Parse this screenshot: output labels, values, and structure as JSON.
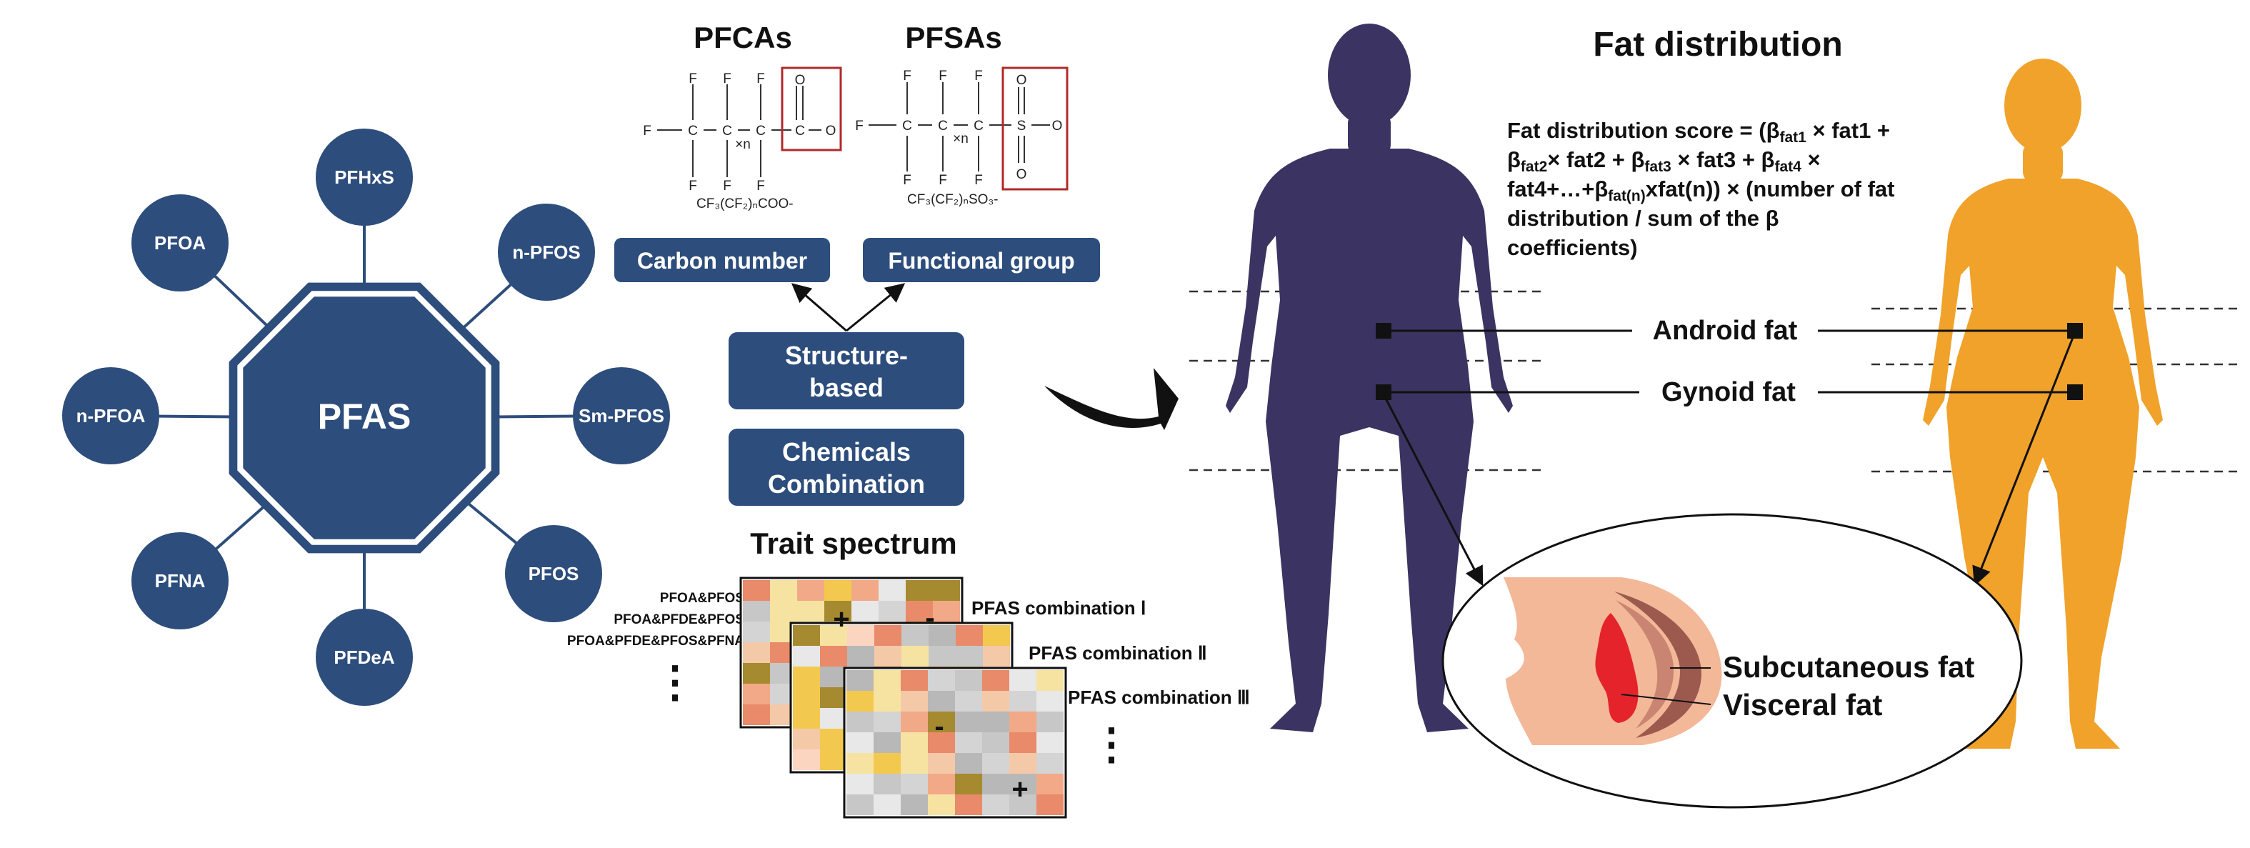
{
  "colors": {
    "navy": "#2d4d7c",
    "male": "#3b3462",
    "female": "#f0a22b",
    "skin": "#f3b898",
    "subcutaneous": "#9c5a4f",
    "visceral": "#e4232b",
    "text": "#111111"
  },
  "hub": {
    "label": "PFAS",
    "satellites": [
      "PFHxS",
      "n-PFOS",
      "Sm-PFOS",
      "PFOS",
      "PFDeA",
      "PFNA",
      "n-PFOA",
      "PFOA"
    ]
  },
  "structures": {
    "pfcas": {
      "title": "PFCAs",
      "formula": "CF₃(CF₂)ₙCOO-",
      "atoms": {
        "f": "F",
        "c": "C",
        "o": "O",
        "n": "×n"
      }
    },
    "pfsas": {
      "title": "PFSAs",
      "formula": "CF₃(CF₂)ₙSO₃-",
      "atoms": {
        "f": "F",
        "c": "C",
        "o": "O",
        "s": "S",
        "n": "×n"
      }
    }
  },
  "boxes": {
    "carbon_number": "Carbon number",
    "functional_group": "Functional group",
    "structure_based": [
      "Structure-",
      "based"
    ],
    "chemicals_combination": [
      "Chemicals",
      "Combination"
    ]
  },
  "trait": {
    "title": "Trait spectrum",
    "row_labels": [
      "PFOA&PFOS",
      "PFOA&PFDE&PFOS",
      "PFOA&PFDE&PFOS&PFNA"
    ],
    "combinations": [
      "PFAS combination Ⅰ",
      "PFAS combination Ⅱ",
      "PFAS combination Ⅲ"
    ],
    "plus": "+",
    "minus": "-",
    "ellipsis": "⋮"
  },
  "fat": {
    "title": "Fat distribution",
    "formula_lines": [
      [
        {
          "t": "Fat distribution score = (β"
        },
        {
          "t": "fat1",
          "sub": true
        },
        {
          "t": " × fat1 +"
        }
      ],
      [
        {
          "t": "β"
        },
        {
          "t": "fat2",
          "sub": true
        },
        {
          "t": "× fat2 + β"
        },
        {
          "t": "fat3",
          "sub": true
        },
        {
          "t": " × fat3 + β"
        },
        {
          "t": "fat4",
          "sub": true
        },
        {
          "t": " ×"
        }
      ],
      [
        {
          "t": "fat4+…+β"
        },
        {
          "t": "fat(n)",
          "sub": true
        },
        {
          "t": "xfat(n)) × (number of fat"
        }
      ],
      [
        {
          "t": "distribution / sum of the β"
        }
      ],
      [
        {
          "t": "coefficients)"
        }
      ]
    ],
    "android": "Android fat",
    "gynoid": "Gynoid fat",
    "subcutaneous": "Subcutaneous fat",
    "visceral": "Visceral fat"
  }
}
